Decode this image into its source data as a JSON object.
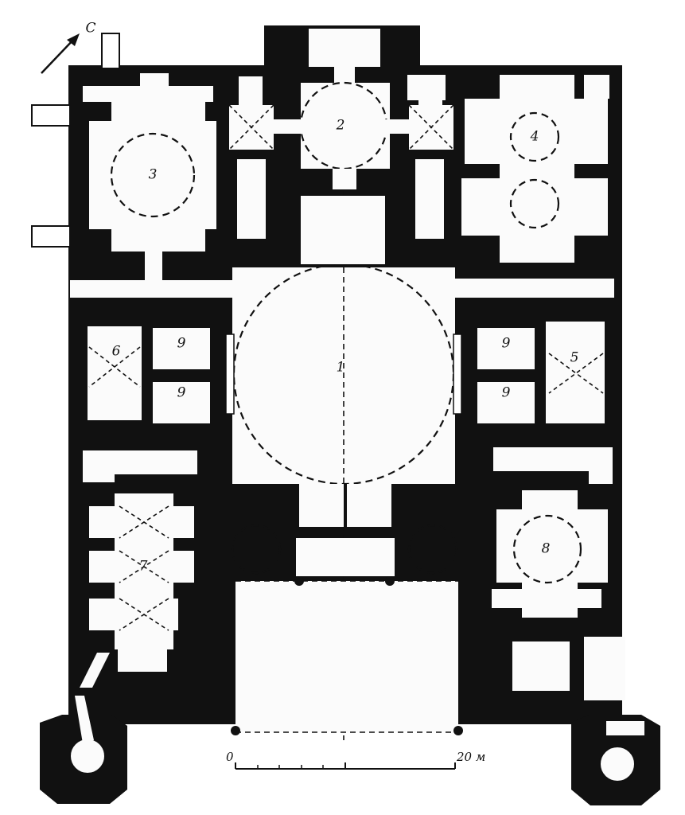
{
  "north_arrow": {
    "label": "С"
  },
  "room_labels": {
    "r1": "1",
    "r2": "2",
    "r3": "3",
    "r4": "4",
    "r5": "5",
    "r6": "6",
    "r7": "7",
    "r8": "8",
    "r9a": "9",
    "r9b": "9",
    "r9c": "9",
    "r9d": "9"
  },
  "scale_bar": {
    "start": "0",
    "end": "20 м"
  }
}
